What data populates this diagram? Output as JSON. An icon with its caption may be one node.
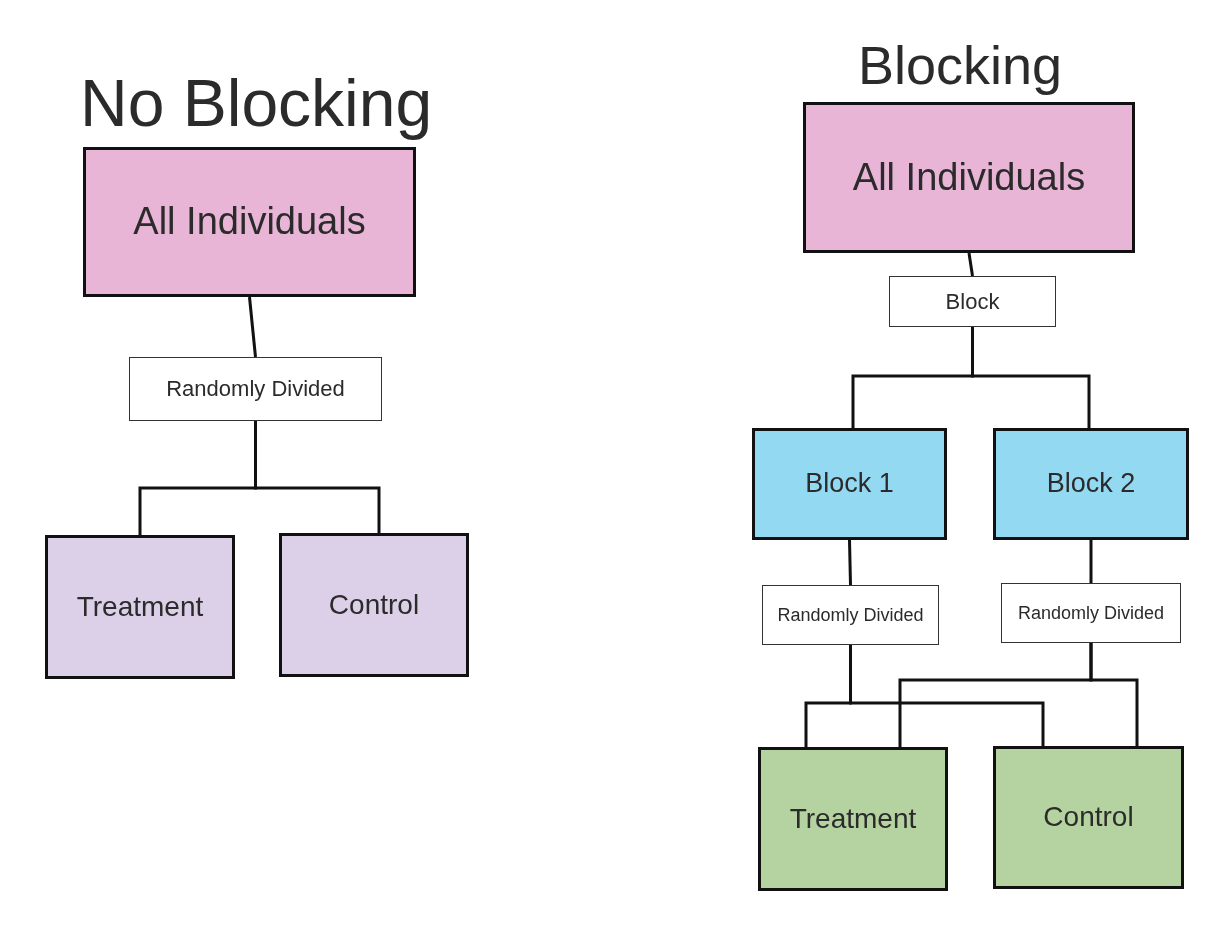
{
  "diagram": {
    "nodes": [
      {
        "text": [
          "All Individuals"
        ]
      },
      {
        "text": [
          "Randomly Divided"
        ]
      },
      {
        "text": [
          "Treatment"
        ]
      },
      {
        "text": [
          "Control"
        ]
      },
      {
        "text": [
          "All Individuals"
        ]
      },
      {
        "text": [
          "Block"
        ]
      },
      {
        "text": [
          "Block 1"
        ]
      },
      {
        "text": [
          "Block 2"
        ]
      },
      {
        "text": [
          "Randomly Divided"
        ]
      },
      {
        "text": [
          "Randomly Divided"
        ]
      },
      {
        "text": [
          "Treatment"
        ]
      },
      {
        "text": [
          "Control"
        ]
      }
    ],
    "edges": [
      {
        "from": 0,
        "to": 1,
        "arrow": "none"
      },
      {
        "from": 1,
        "to": 2,
        "arrow": "none"
      },
      {
        "from": 1,
        "to": 3,
        "arrow": "none"
      },
      {
        "from": 4,
        "to": 5,
        "arrow": "none"
      },
      {
        "from": 5,
        "to": 6,
        "arrow": "none"
      },
      {
        "from": 5,
        "to": 7,
        "arrow": "none"
      },
      {
        "from": 6,
        "to": 8,
        "arrow": "none"
      },
      {
        "from": 7,
        "to": 9,
        "arrow": "none"
      },
      {
        "from": 8,
        "to": 10,
        "arrow": "none"
      },
      {
        "from": 8,
        "to": 11,
        "arrow": "none"
      },
      {
        "from": 9,
        "to": 10,
        "arrow": "none"
      },
      {
        "from": 9,
        "to": 11,
        "arrow": "none"
      }
    ],
    "labels": [
      "No Blocking",
      "Blocking"
    ]
  }
}
